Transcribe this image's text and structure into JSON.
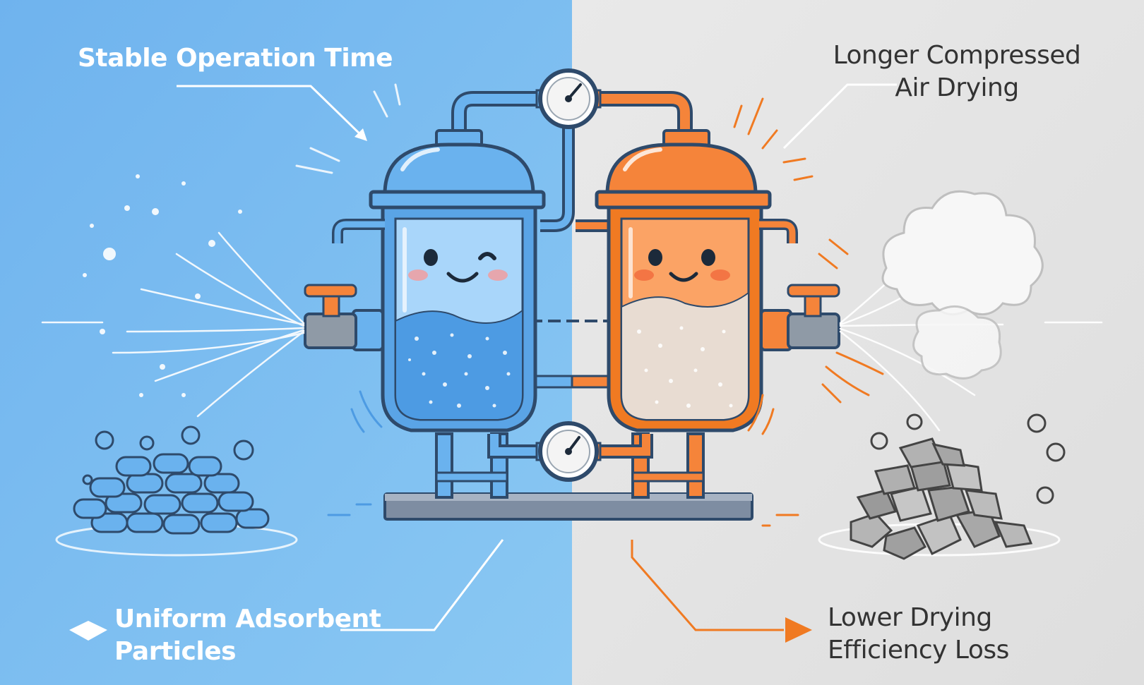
{
  "labels": {
    "top_left": [
      "Stable Operation Time"
    ],
    "top_right": [
      "Longer Compressed",
      "Air Drying"
    ],
    "bottom_left": [
      "Uniform Adsorbent",
      "Particles"
    ],
    "bottom_right": [
      "Lower Drying",
      "Efficiency Loss"
    ]
  },
  "colors": {
    "left_background": "#7fbff0",
    "right_background": "#e6e6e6",
    "blue_tank": "#6ab2ee",
    "orange_tank": "#f5843a",
    "outline": "#2e4a6b"
  }
}
